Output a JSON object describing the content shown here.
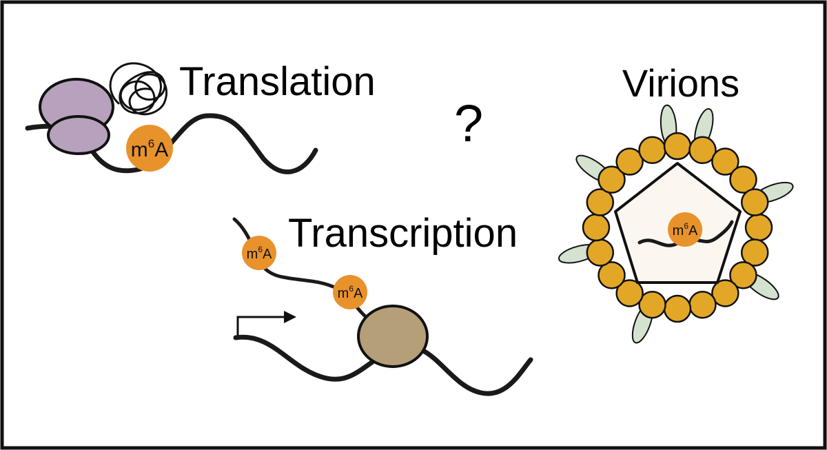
{
  "labels": {
    "translation": "Translation",
    "transcription": "Transcription",
    "virions": "Virions",
    "question": "?"
  },
  "modification": {
    "base": "m",
    "superscript": "6",
    "tail": "A"
  },
  "colors": {
    "frame": "#111111",
    "strand": "#1a1a1a",
    "ribosome": "#b7a1bd",
    "m6a": "#e8922c",
    "polymerase": "#b59f78",
    "capsomere": "#e2a727",
    "spike": "#d4e2cf",
    "capsid_core": "#fbf7f0"
  },
  "icons": {
    "ribosome": "ribosome-icon",
    "polypeptide": "polypeptide-chain-icon",
    "polymerase": "rna-polymerase-icon",
    "promoter": "promoter-arrow-icon",
    "virion": "virion-icon"
  }
}
